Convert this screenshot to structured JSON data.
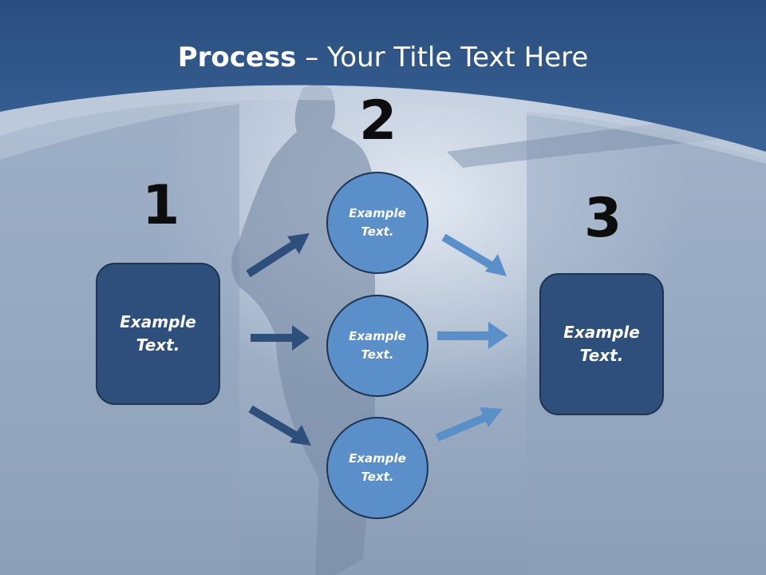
{
  "slide": {
    "title_bold": "Process",
    "title_rest": " – Your Title Text Here"
  },
  "numbers": [
    "1",
    "2",
    "3"
  ],
  "left_box": {
    "text": "Example\nText."
  },
  "right_box": {
    "text": "Example\nText."
  },
  "circles": [
    {
      "text": "Example\nText."
    },
    {
      "text": "Example\nText."
    },
    {
      "text": "Example\nText."
    }
  ],
  "colors": {
    "header": "#2f5689",
    "box": "#2e4f7c",
    "circle": "#5b8fca",
    "arrow_dark": "#2e4f7c",
    "arrow_light": "#5b8fca"
  }
}
